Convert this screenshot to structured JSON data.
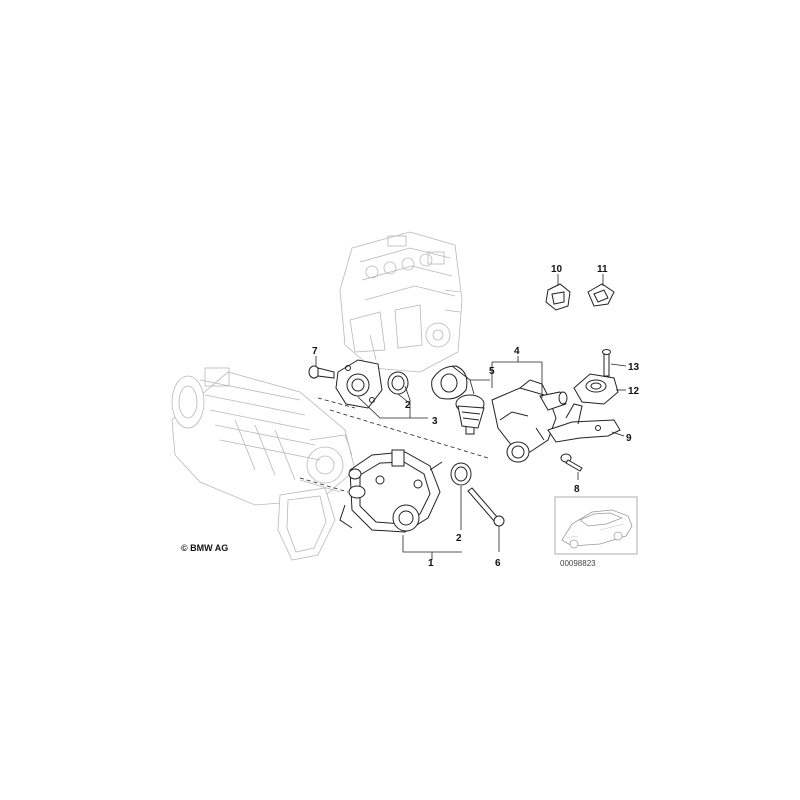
{
  "copyright": "© BMW AG",
  "diagram_id": "00098823",
  "callouts": {
    "p1": "1",
    "p2a": "2",
    "p2b": "2",
    "p3": "3",
    "p4": "4",
    "p5": "5",
    "p6": "6",
    "p7": "7",
    "p8": "8",
    "p9": "9",
    "p10": "10",
    "p11": "11",
    "p12": "12",
    "p13": "13"
  }
}
